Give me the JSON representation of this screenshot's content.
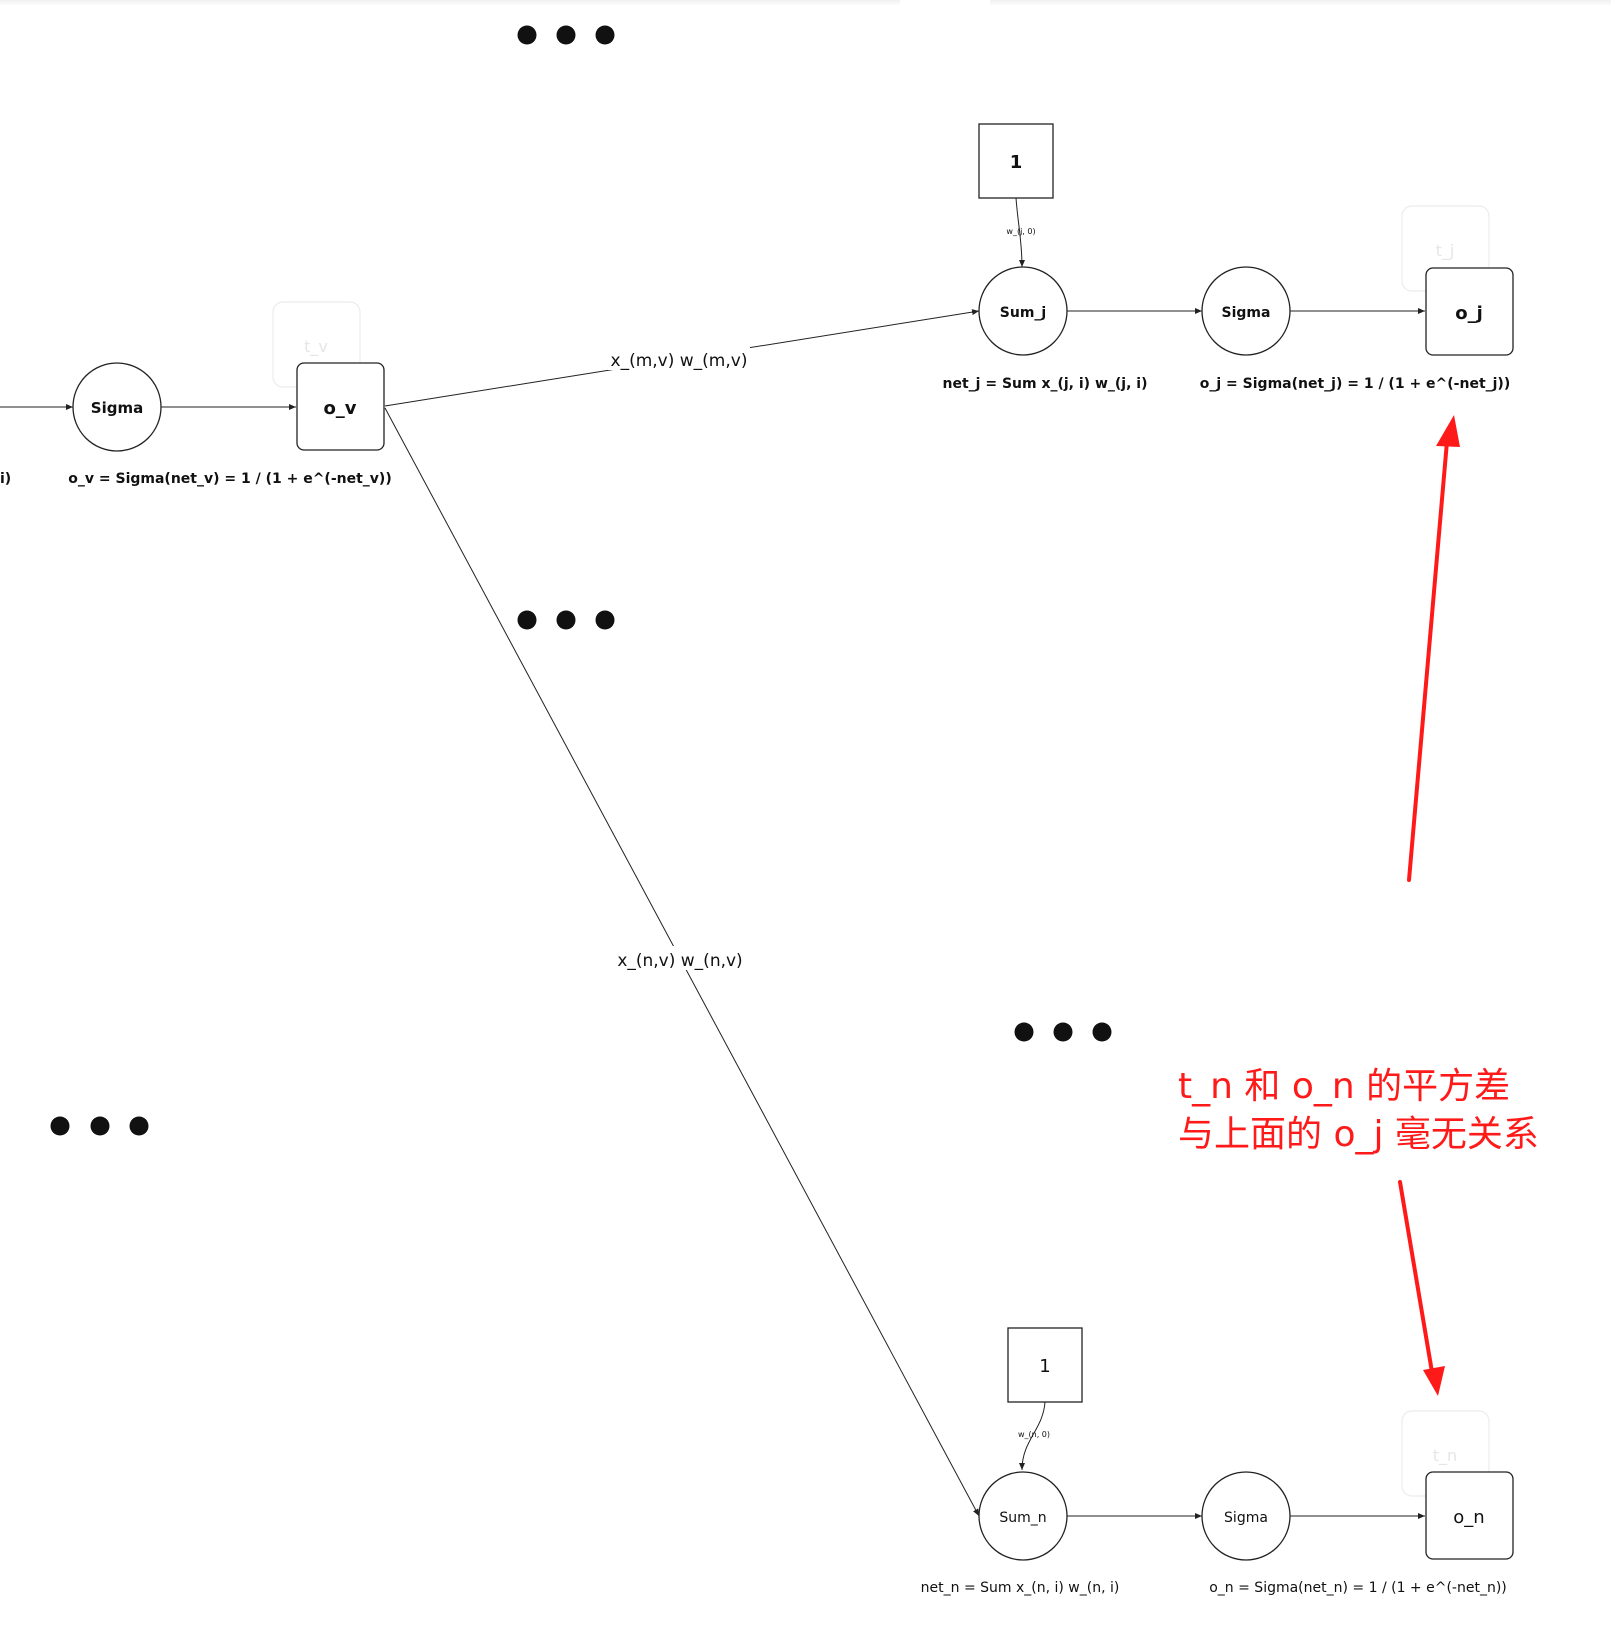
{
  "layers": {
    "hidden": {
      "sigma_label": "Sigma",
      "output_label": "o_v",
      "target_label": "t_v",
      "formula": "o_v = Sigma(net_v) = 1 / (1 + e^(-net_v))",
      "cut_formula_tail": "i)"
    },
    "output_j": {
      "bias_label": "1",
      "bias_weight_label": "w_(j, 0)",
      "sum_label": "Sum_j",
      "sigma_label": "Sigma",
      "output_label": "o_j",
      "target_label": "t_j",
      "net_formula": "net_j = Sum x_(j, i) w_(j, i)",
      "out_formula": "o_j = Sigma(net_j) = 1 / (1 + e^(-net_j))"
    },
    "output_n": {
      "bias_label": "1",
      "bias_weight_label": "w_(n, 0)",
      "sum_label": "Sum_n",
      "sigma_label": "Sigma",
      "output_label": "o_n",
      "target_label": "t_n",
      "net_formula": "net_n = Sum x_(n, i) w_(n, i)",
      "out_formula": "o_n = Sigma(net_n) = 1 / (1 + e^(-net_n))"
    }
  },
  "edges": {
    "ov_to_sumj": "x_(m,v) w_(m,v)",
    "ov_to_sumn": "x_(n,v) w_(n,v)"
  },
  "annotation": {
    "line1": "t_n 和 o_n 的平方差",
    "line2": "与上面的 o_j 毫无关系",
    "color": "#ff1a1a"
  },
  "colors": {
    "stroke": "#222222",
    "ghost": "#e8e8e8",
    "dots": "#111111"
  }
}
